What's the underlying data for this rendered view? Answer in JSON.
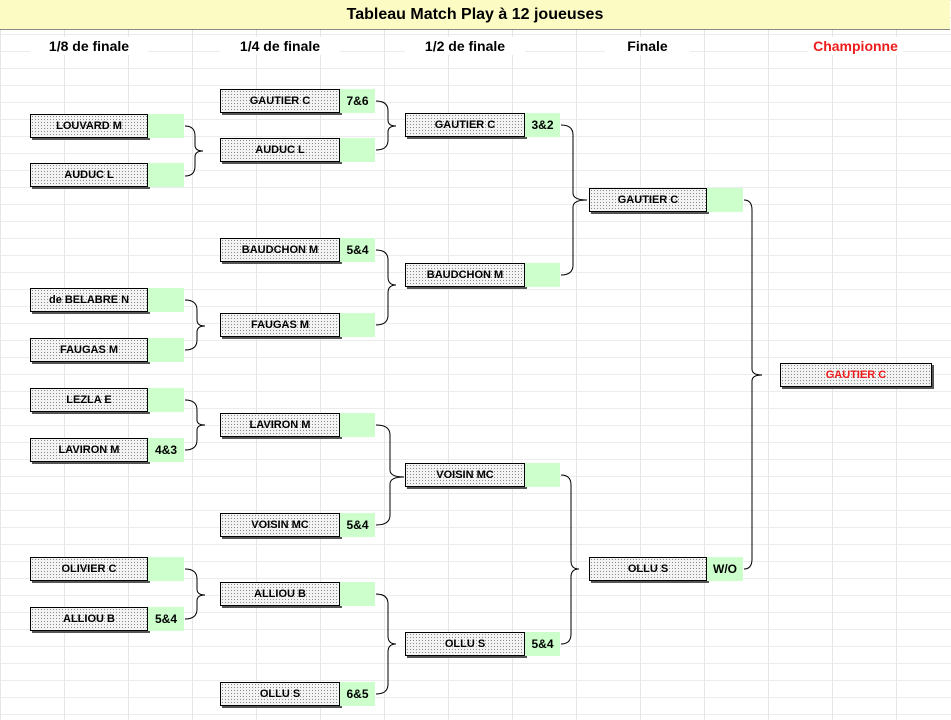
{
  "title": "Tableau Match Play à 12 joueuses",
  "headers": {
    "r16": "1/8 de finale",
    "qf": "1/4 de finale",
    "sf": "1/2 de finale",
    "final": "Finale",
    "champion": "Championne"
  },
  "r16": [
    {
      "name": "LOUVARD M",
      "score": ""
    },
    {
      "name": "AUDUC L",
      "score": ""
    },
    {
      "name": "de BELABRE N",
      "score": ""
    },
    {
      "name": "FAUGAS M",
      "score": ""
    },
    {
      "name": "LEZLA E",
      "score": ""
    },
    {
      "name": "LAVIRON M",
      "score": "4&3"
    },
    {
      "name": "OLIVIER C",
      "score": ""
    },
    {
      "name": "ALLIOU B",
      "score": "5&4"
    }
  ],
  "qf": [
    {
      "name": "GAUTIER C",
      "score": "7&6"
    },
    {
      "name": "AUDUC L",
      "score": ""
    },
    {
      "name": "BAUDCHON M",
      "score": "5&4"
    },
    {
      "name": "FAUGAS M",
      "score": ""
    },
    {
      "name": "LAVIRON M",
      "score": ""
    },
    {
      "name": "VOISIN MC",
      "score": "5&4"
    },
    {
      "name": "ALLIOU B",
      "score": ""
    },
    {
      "name": "OLLU S",
      "score": "6&5"
    }
  ],
  "sf": [
    {
      "name": "GAUTIER C",
      "score": "3&2"
    },
    {
      "name": "BAUDCHON M",
      "score": ""
    },
    {
      "name": "VOISIN MC",
      "score": ""
    },
    {
      "name": "OLLU S",
      "score": "5&4"
    }
  ],
  "final": [
    {
      "name": "GAUTIER C",
      "score": ""
    },
    {
      "name": "OLLU S",
      "score": "W/O"
    }
  ],
  "champion": {
    "name": "GAUTIER C"
  },
  "colors": {
    "title_bg": "#fcfbc4",
    "score_bg": "#ccffcc",
    "champion_text": "#ee1c1c"
  }
}
